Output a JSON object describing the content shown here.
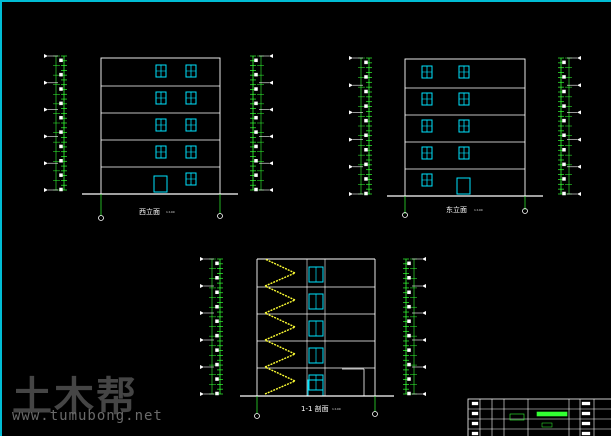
{
  "drawings": {
    "west": {
      "title": "西立面",
      "scale": "1:100"
    },
    "east": {
      "title": "东立面",
      "scale": "1:100"
    },
    "section": {
      "title": "1-1 剖面",
      "scale": "1:100"
    }
  },
  "watermark": {
    "cn": "土木帮",
    "url": "www.tumubong.net"
  },
  "colors": {
    "line": "#ffffff",
    "window": "#00e5ff",
    "dim": "#33ff33",
    "stair": "#ffff33",
    "frame": "#00bcd4"
  }
}
